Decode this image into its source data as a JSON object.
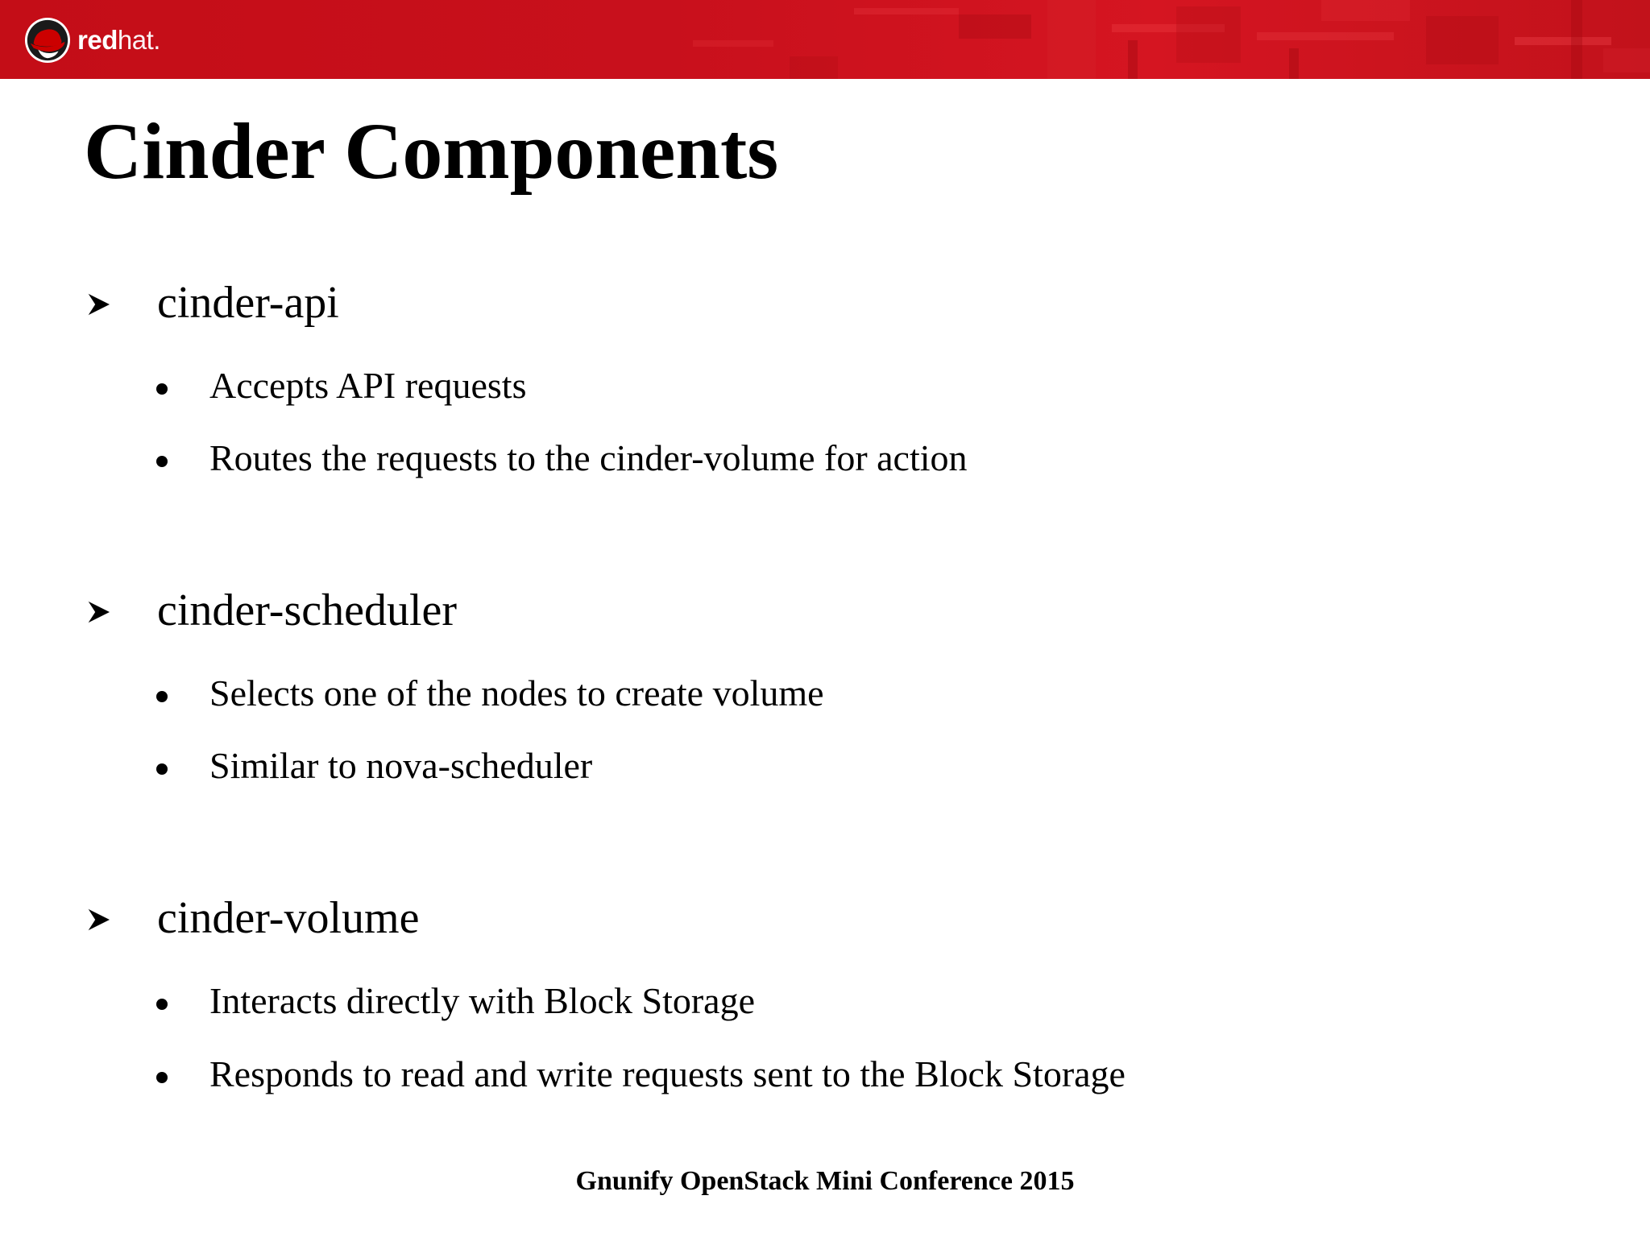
{
  "header": {
    "brand_strong": "red",
    "brand_light": "hat.",
    "logo_icon": "redhat-shadowman-icon",
    "brand_color": "#cc0000"
  },
  "slide": {
    "title": "Cinder Components",
    "sections": [
      {
        "heading": "cinder-api",
        "bullets": [
          "Accepts API requests",
          "Routes the requests to the cinder-volume for action"
        ]
      },
      {
        "heading": "cinder-scheduler",
        "bullets": [
          "Selects one of the nodes to create volume",
          "Similar to nova-scheduler"
        ]
      },
      {
        "heading": "cinder-volume",
        "bullets": [
          "Interacts directly with Block Storage",
          "Responds to read and write requests sent to the Block Storage"
        ]
      }
    ]
  },
  "footer": {
    "text": "Gnunify OpenStack Mini Conference 2015"
  }
}
